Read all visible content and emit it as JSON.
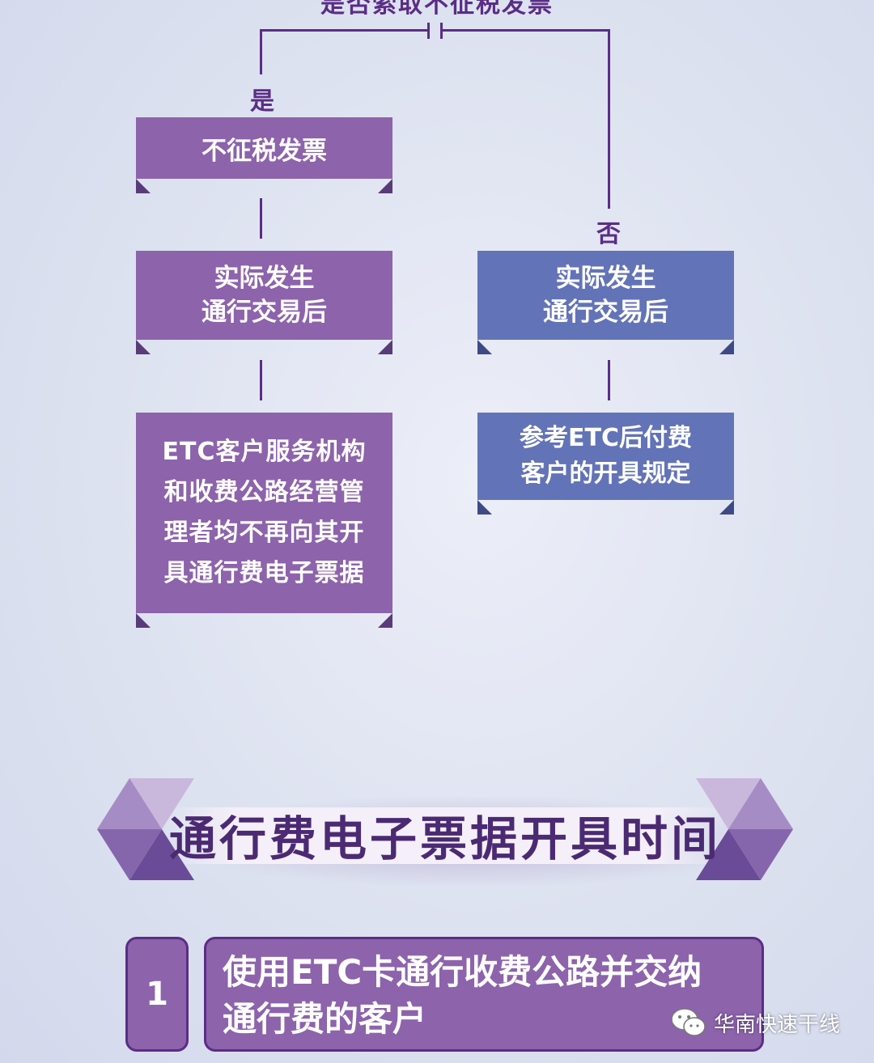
{
  "flow": {
    "question": "是否索取不征税发票",
    "yes_label": "是",
    "no_label": "否",
    "yes_branch": {
      "box1": "不征税发票",
      "box2": [
        "实际发生",
        "通行交易后"
      ],
      "box3": [
        "ETC客户服务机构",
        "和收费公路经营管",
        "理者均不再向其开",
        "具通行费电子票据"
      ]
    },
    "no_branch": {
      "box1": [
        "实际发生",
        "通行交易后"
      ],
      "box2": [
        "参考ETC后付费",
        "客户的开具规定"
      ]
    }
  },
  "section": {
    "title": "通行费电子票据开具时间"
  },
  "list": {
    "items": [
      {
        "number": "1",
        "lines": [
          "使用ETC卡通行收费公路并交纳",
          "通行费的客户"
        ]
      }
    ]
  },
  "watermark": {
    "icon": "wechat-icon",
    "text": "华南快速干线"
  },
  "colors": {
    "purple_box": "#8d63ac",
    "blue_box": "#6373b7",
    "line": "#5b2d86",
    "banner_text": "#4b2a73"
  }
}
